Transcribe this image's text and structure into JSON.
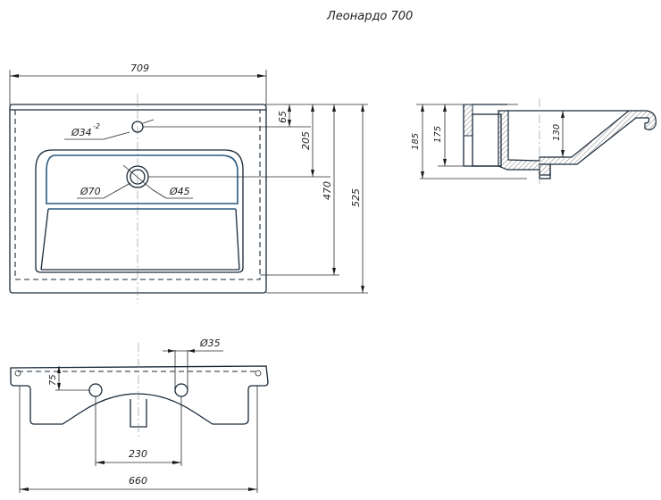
{
  "title": "Леонардо 700",
  "top_view": {
    "width_label": "709",
    "hole_small_label": "Ø34",
    "hole_small_tolerance": "-2",
    "drain_outer_label": "Ø70",
    "drain_inner_label": "Ø45",
    "dim_65": "65",
    "dim_205": "205",
    "dim_470": "470",
    "dim_525": "525"
  },
  "side_view": {
    "dim_185": "185",
    "dim_175": "175",
    "dim_130": "130"
  },
  "front_view": {
    "hole_label": "Ø35",
    "dim_75": "75",
    "dim_230": "230",
    "dim_660": "660"
  },
  "colors": {
    "line": "#1a2a3a",
    "accent_blue": "#2a5a80",
    "centerline": "#8a8a8a"
  }
}
